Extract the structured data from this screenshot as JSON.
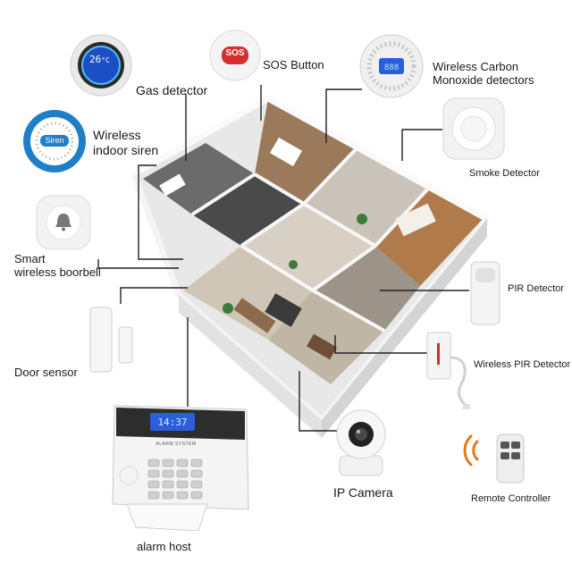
{
  "devices": {
    "gas_detector": {
      "label": "Gas detector",
      "display_top": "26",
      "display_unit": "°C"
    },
    "sos_button": {
      "label": "SOS Button",
      "button_text": "SOS"
    },
    "co_detector": {
      "line1": "Wireless Carbon",
      "line2": "Monoxide detectors"
    },
    "indoor_siren": {
      "line1": "Wireless",
      "line2": "indoor siren",
      "badge": "Siren"
    },
    "smoke_detector": {
      "label": "Smoke Detector"
    },
    "doorbell": {
      "line1": "Smart",
      "line2": "wireless boorbell"
    },
    "pir_detector": {
      "label": "PIR Detector"
    },
    "door_sensor": {
      "label": "Door sensor"
    },
    "wireless_pir": {
      "label": "Wireless PIR Detector"
    },
    "alarm_host": {
      "label": "alarm host",
      "screen": "14:37",
      "brand": "ALARM SYSTEM"
    },
    "ip_camera": {
      "label": "IP Camera"
    },
    "remote": {
      "label": "Remote Controller"
    }
  },
  "colors": {
    "line": "#222222",
    "siren_blue": "#1e7fc8",
    "sos_red": "#d62f2f",
    "lcd_blue": "#2b5fd9",
    "floor_wood": "#b07a4a",
    "wall": "#f2f2f2"
  }
}
